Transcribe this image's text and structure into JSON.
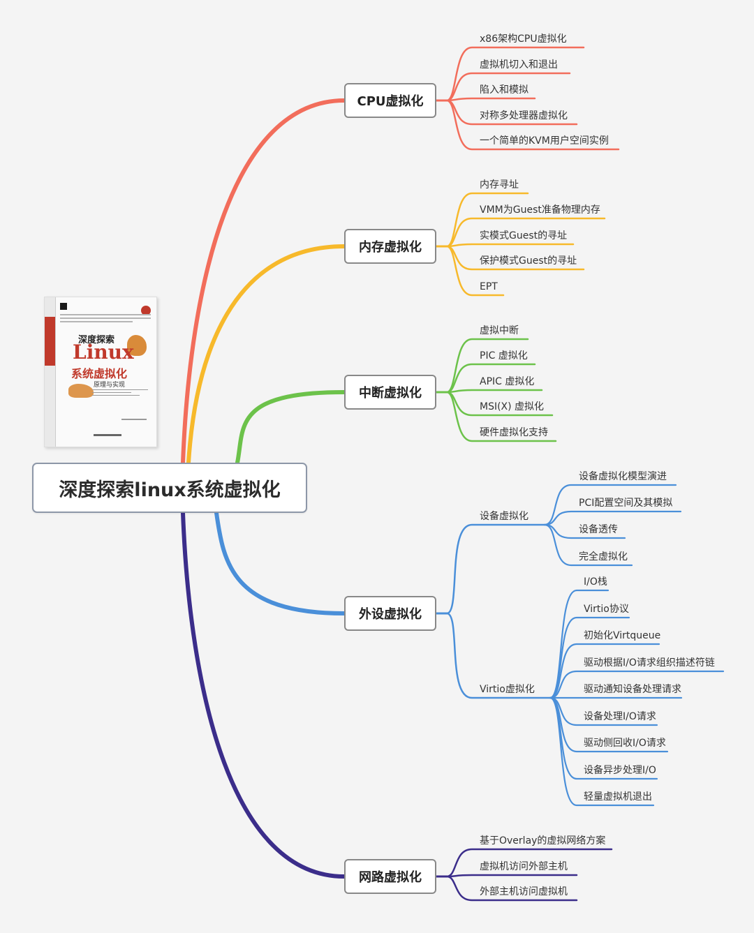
{
  "root": {
    "label": "深度探索linux系统虚拟化"
  },
  "book_cover": {
    "title_line1": "深度探索",
    "title_line2": "Linux",
    "title_line3": "系统虚拟化",
    "subtitle": "原理与实现"
  },
  "branches": [
    {
      "label": "CPU虚拟化",
      "color": "#f26d5b",
      "items": [
        "x86架构CPU虚拟化",
        "虚拟机切入和退出",
        "陷入和模拟",
        "对称多处理器虚拟化",
        "一个简单的KVM用户空间实例"
      ]
    },
    {
      "label": "内存虚拟化",
      "color": "#f7b92b",
      "items": [
        "内存寻址",
        "VMM为Guest准备物理内存",
        "实模式Guest的寻址",
        "保护模式Guest的寻址",
        "EPT"
      ]
    },
    {
      "label": "中断虚拟化",
      "color": "#6cc24a",
      "items": [
        "虚拟中断",
        "PIC 虚拟化",
        "APIC 虚拟化",
        "MSI(X) 虚拟化",
        "硬件虚拟化支持"
      ]
    },
    {
      "label": "外设虚拟化",
      "color": "#4a8fd9",
      "subgroups": [
        {
          "label": "设备虚拟化",
          "items": [
            "设备虚拟化模型演进",
            "PCI配置空间及其模拟",
            "设备透传",
            "完全虚拟化"
          ]
        },
        {
          "label": "Virtio虚拟化",
          "items": [
            "I/O栈",
            "Virtio协议",
            "初始化Virtqueue",
            "驱动根据I/O请求组织描述符链",
            "驱动通知设备处理请求",
            "设备处理I/O请求",
            "驱动侧回收I/O请求",
            "设备异步处理I/O",
            "轻量虚拟机退出"
          ]
        }
      ]
    },
    {
      "label": "网路虚拟化",
      "color": "#3b2d8a",
      "items": [
        "基于Overlay的虚拟网络方案",
        "虚拟机访问外部主机",
        "外部主机访问虚拟机"
      ]
    }
  ]
}
